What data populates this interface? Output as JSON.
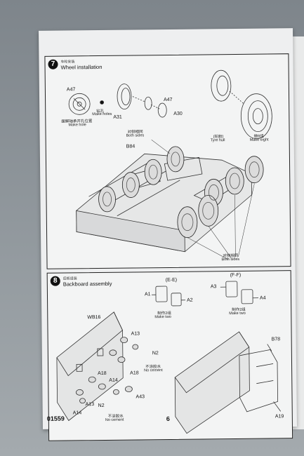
{
  "step7": {
    "number": "7",
    "title_cn": "车轮安装",
    "title": "Wheel installation",
    "labels": {
      "a47_left": "A47",
      "a31": "A31",
      "a47_right": "A47",
      "a30": "A30",
      "b84": "B84"
    },
    "notes": {
      "make_holes_cn": "钻孔",
      "make_holes": "Make holes",
      "make_hole_cn": "缓解轴承开孔位置",
      "make_hole": "Make hole",
      "both_sides_top_cn": "对侧相同",
      "both_sides_top": "Both sides",
      "tyre_hull_cn": "(轮胎)",
      "tyre_hull": "Tyre hull",
      "make_eight_cn": "做8组",
      "make_eight": "Make eight",
      "both_sides_bottom_cn": "对侧相同",
      "both_sides_bottom": "Both sides"
    }
  },
  "step8": {
    "number": "8",
    "title_cn": "后板组装",
    "title": "Backboard assembly",
    "labels": {
      "ee": "(E-E)",
      "ff": "(F-F)",
      "a1": "A1",
      "a2": "A2",
      "a3": "A3",
      "a4": "A4",
      "wb16": "WB16",
      "a13_top": "A13",
      "n2_top": "N2",
      "a18_left": "A18",
      "a14_mid": "A14",
      "a18_right": "A18",
      "a43": "A43",
      "a14_bottom": "A14",
      "a13_bottom": "A13",
      "n2_bottom": "N2",
      "b78": "B78",
      "a19": "A19"
    },
    "notes": {
      "make_two_left_cn": "制作2组",
      "make_two_left": "Make two",
      "make_two_right_cn": "制作2组",
      "make_two_right": "Make two",
      "no_cement_top_cn": "不涂胶水",
      "no_cement_top": "No cement",
      "no_cement_bottom_cn": "不涂胶水",
      "no_cement_bottom": "No cement"
    }
  },
  "footer": {
    "code": "01559",
    "page_number": "6"
  }
}
